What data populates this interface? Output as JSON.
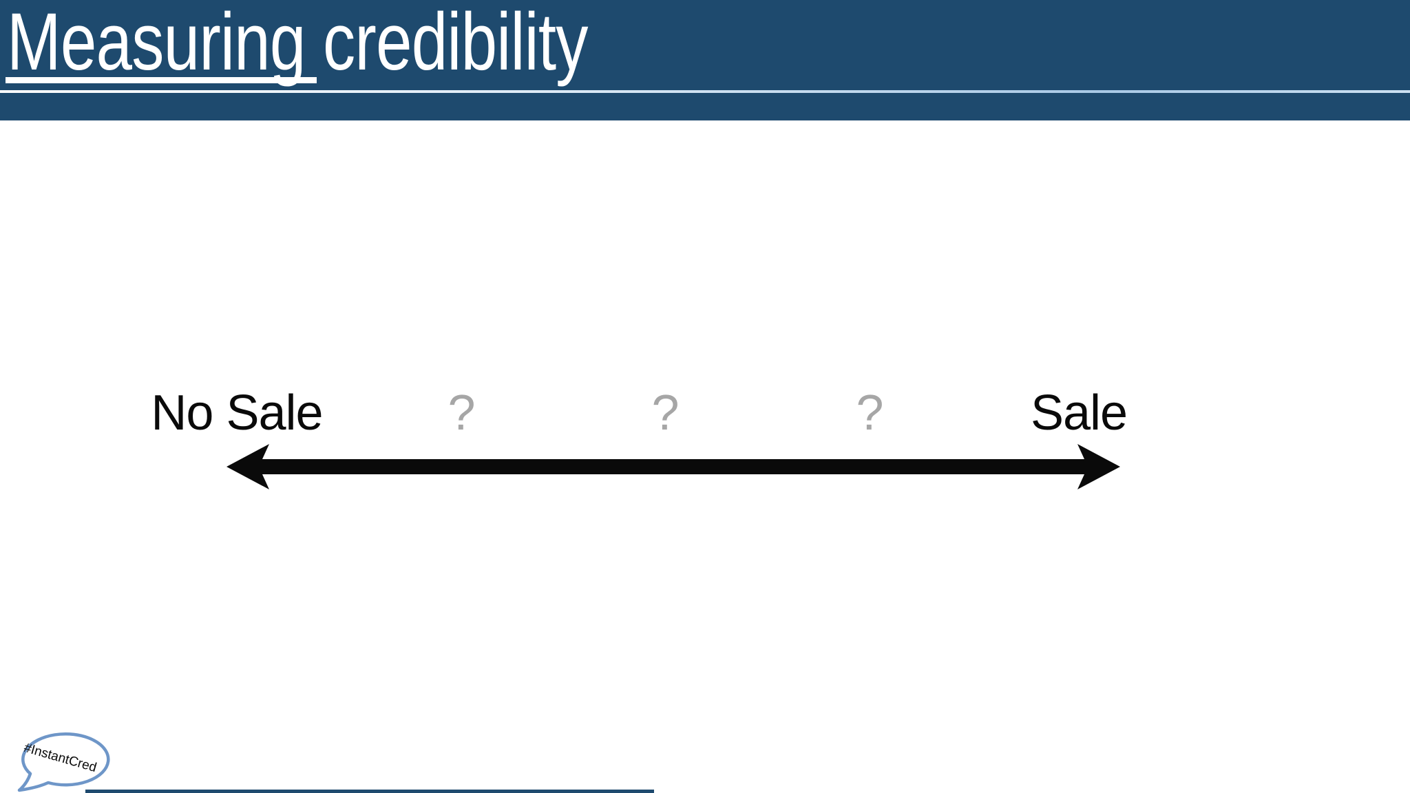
{
  "slide": {
    "title": {
      "underlined_word": "Measuring",
      "rest": "credibility"
    },
    "scale": {
      "labels": [
        {
          "text": "No Sale",
          "style": "dark"
        },
        {
          "text": "?",
          "style": "gray"
        },
        {
          "text": "?",
          "style": "gray"
        },
        {
          "text": "?",
          "style": "gray"
        },
        {
          "text": "Sale",
          "style": "dark"
        }
      ],
      "arrow": "double-headed-horizontal"
    },
    "hashtag": "#InstantCred",
    "colors": {
      "header_blue": "#1e4a6e",
      "divider_light_blue": "#a9c9e6",
      "title_text": "#ffffff",
      "arrow_black": "#0a0a0a",
      "question_gray": "#a6a6a6",
      "bubble_stroke_blue": "#6e96c8",
      "body_background": "#ffffff"
    }
  }
}
